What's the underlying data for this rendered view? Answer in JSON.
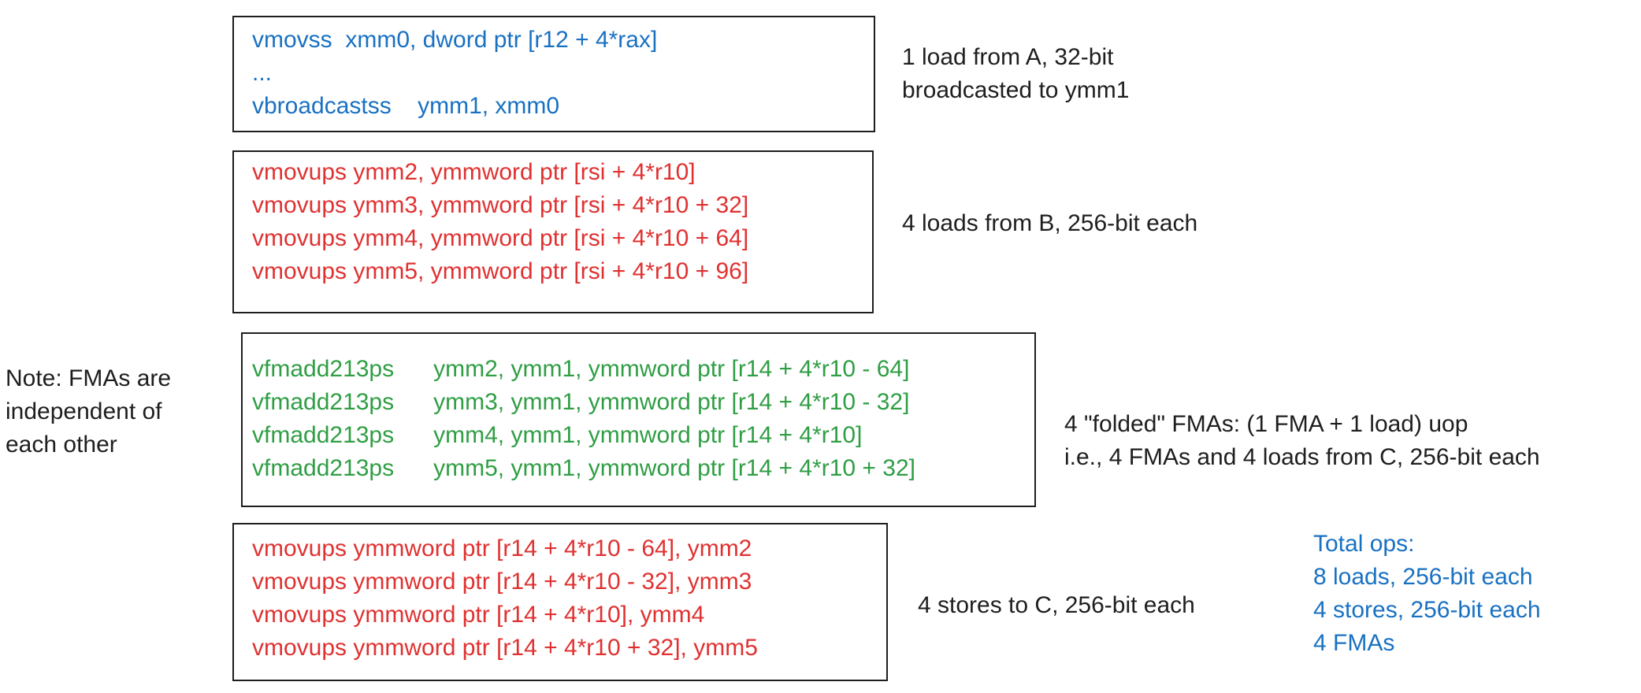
{
  "colors": {
    "load_a": "#1971c2",
    "load_store": "#e03131",
    "fma": "#2f9e44",
    "annotation": "#1e1e1e",
    "totals": "#1971c2"
  },
  "blocks": [
    {
      "lines": [
        "vmovss  xmm0, dword ptr [r12 + 4*rax]",
        "...",
        "vbroadcastss    ymm1, xmm0"
      ],
      "annotation": [
        "1 load from A, 32-bit",
        "broadcasted to ymm1"
      ]
    },
    {
      "lines": [
        "vmovups ymm2, ymmword ptr [rsi + 4*r10]",
        "vmovups ymm3, ymmword ptr [rsi + 4*r10 + 32]",
        "vmovups ymm4, ymmword ptr [rsi + 4*r10 + 64]",
        "vmovups ymm5, ymmword ptr [rsi + 4*r10 + 96]"
      ],
      "annotation": [
        "4 loads from B, 256-bit each"
      ]
    },
    {
      "lines": [
        "vfmadd213ps      ymm2, ymm1, ymmword ptr [r14 + 4*r10 - 64]",
        "vfmadd213ps      ymm3, ymm1, ymmword ptr [r14 + 4*r10 - 32]",
        "vfmadd213ps      ymm4, ymm1, ymmword ptr [r14 + 4*r10]",
        "vfmadd213ps      ymm5, ymm1, ymmword ptr [r14 + 4*r10 + 32]"
      ],
      "annotation": [
        "4 \"folded\" FMAs: (1 FMA + 1 load) uop",
        "i.e., 4 FMAs and 4 loads from C, 256-bit each"
      ]
    },
    {
      "lines": [
        "vmovups ymmword ptr [r14 + 4*r10 - 64], ymm2",
        "vmovups ymmword ptr [r14 + 4*r10 - 32], ymm3",
        "vmovups ymmword ptr [r14 + 4*r10], ymm4",
        "vmovups ymmword ptr [r14 + 4*r10 + 32], ymm5"
      ],
      "annotation": [
        "4 stores to C, 256-bit each"
      ]
    }
  ],
  "note": [
    "Note: FMAs are",
    "independent of",
    "each other"
  ],
  "totals": [
    "Total ops:",
    "8 loads, 256-bit each",
    "4 stores, 256-bit each",
    "4 FMAs"
  ]
}
